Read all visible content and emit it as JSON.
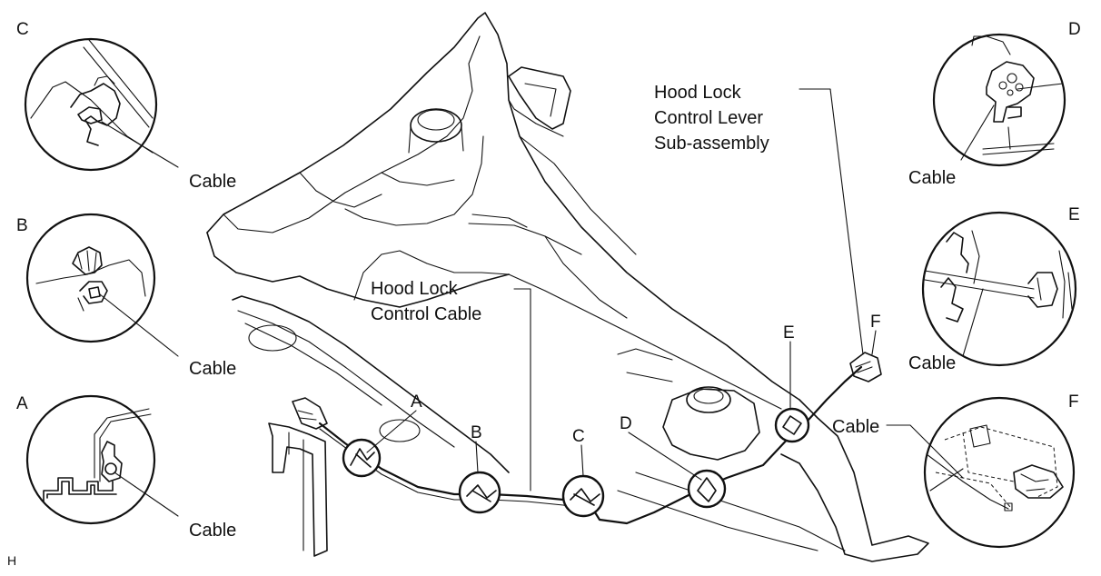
{
  "figure_id": "H",
  "labels": {
    "lever": [
      "Hood Lock",
      "Control Lever",
      "Sub-assembly"
    ],
    "cable_main": [
      "Hood Lock",
      "Control Cable"
    ],
    "cable": "Cable"
  },
  "detail_letters": {
    "A": "A",
    "B": "B",
    "C": "C",
    "D": "D",
    "E": "E",
    "F": "F"
  }
}
